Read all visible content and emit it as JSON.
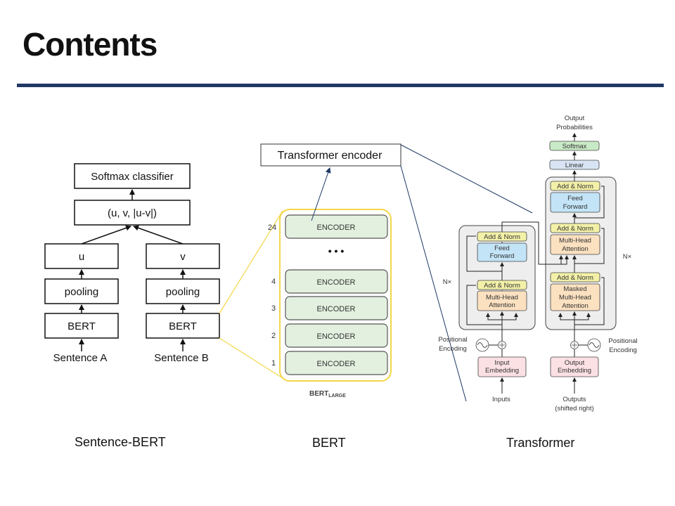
{
  "slide": {
    "title": "Contents",
    "accent_color": "#1f3864"
  },
  "sbert": {
    "caption": "Sentence-BERT",
    "softmax": "Softmax classifier",
    "concat": "(u, v, |u-v|)",
    "u": "u",
    "v": "v",
    "pooling_a": "pooling",
    "pooling_b": "pooling",
    "bert_a": "BERT",
    "bert_b": "BERT",
    "sentence_a": "Sentence A",
    "sentence_b": "Sentence B"
  },
  "bert": {
    "caption": "BERT",
    "callout": "Transformer encoder",
    "encoder_label": "ENCODER",
    "layer_numbers": [
      "24",
      "4",
      "3",
      "2",
      "1"
    ],
    "ellipsis": "• • •",
    "model_name": "BERT",
    "model_sub": "LARGE",
    "frame_color": "#f2d64b",
    "encoder_fill": "#e3f0df"
  },
  "transformer": {
    "caption": "Transformer",
    "output_probabilities": [
      "Output",
      "Probabilities"
    ],
    "softmax": "Softmax",
    "linear": "Linear",
    "add_norm": "Add & Norm",
    "feed_forward": [
      "Feed",
      "Forward"
    ],
    "multi_head_attention": [
      "Multi-Head",
      "Attention"
    ],
    "masked_multi_head_attention": [
      "Masked",
      "Multi-Head",
      "Attention"
    ],
    "nx": "N×",
    "positional_encoding": [
      "Positional",
      "Encoding"
    ],
    "input_embedding": [
      "Input",
      "Embedding"
    ],
    "output_embedding": [
      "Output",
      "Embedding"
    ],
    "inputs": "Inputs",
    "outputs": [
      "Outputs",
      "(shifted right)"
    ],
    "colors": {
      "add_norm": "#f3f0a8",
      "feed_forward": "#c3e4f7",
      "attention": "#fbe1c0",
      "embedding": "#fbe0e4",
      "softmax": "#c9eac6",
      "linear": "#d8e4f4",
      "block": "#eeeeee"
    }
  }
}
